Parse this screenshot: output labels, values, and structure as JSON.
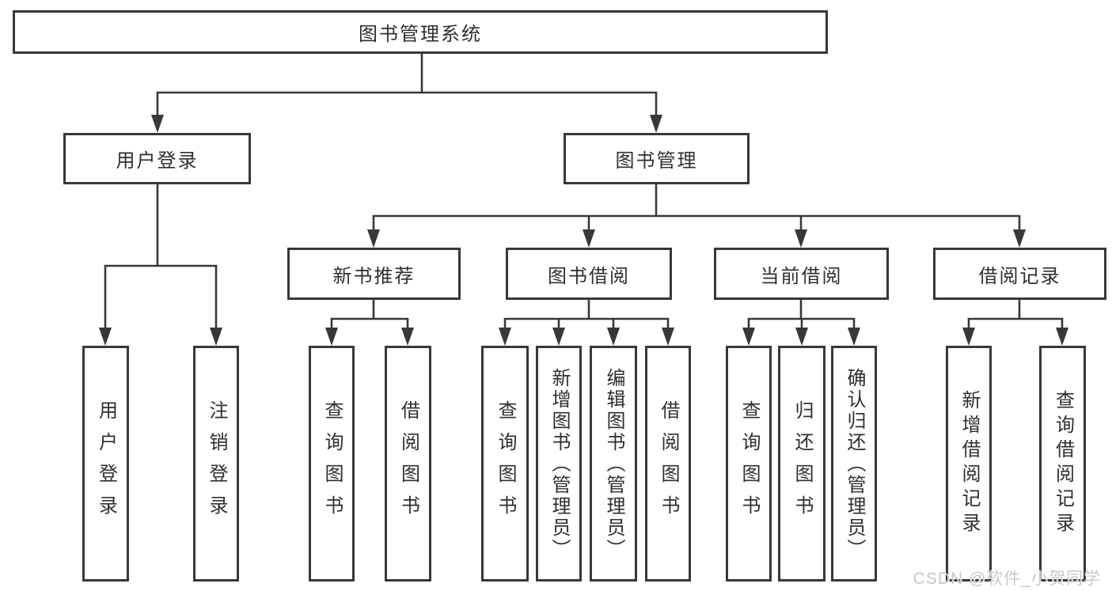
{
  "diagram": {
    "title": "图书管理系统",
    "nodes": {
      "root": "图书管理系统",
      "user_login": "用户登录",
      "book_mgmt": "图书管理",
      "new_book_rec": "新书推荐",
      "book_borrow": "图书借阅",
      "current_borrow": "当前借阅",
      "borrow_record": "借阅记录",
      "ul_login": "用户登录",
      "ul_logout": "注销登录",
      "nbr_query": "查询图书",
      "nbr_borrow": "借阅图书",
      "bb_query": "查询图书",
      "bb_add": "新增图书（管理员）",
      "bb_edit": "编辑图书（管理员）",
      "bb_borrow": "借阅图书",
      "cb_query": "查询图书",
      "cb_return": "归还图书",
      "cb_confirm": "确认归还（管理员）",
      "br_add": "新增借阅记录",
      "br_query": "查询借阅记录"
    },
    "colors": {
      "line": "#383838",
      "box_border": "#383838",
      "background": "#ffffff",
      "watermark": "#c8c8c8"
    }
  },
  "watermark": "CSDN @软件_小贺同学"
}
